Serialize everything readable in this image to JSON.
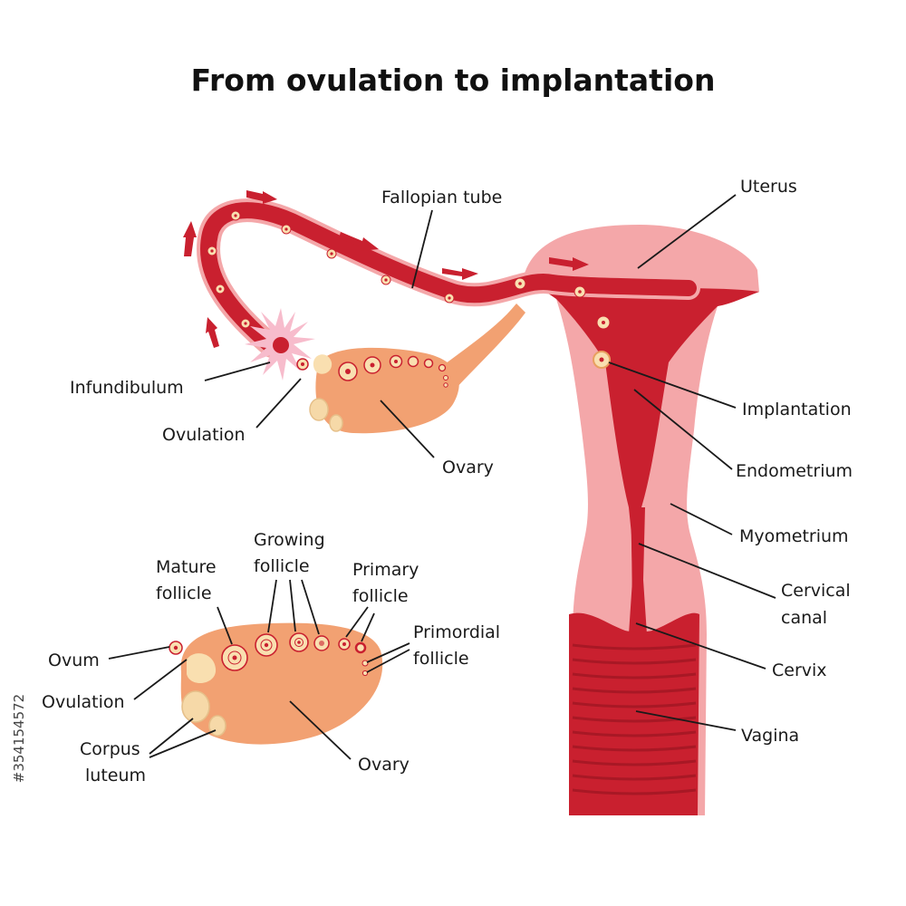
{
  "title": "From ovulation to implantation",
  "watermark_id": "#354154572",
  "colors": {
    "uterus_outer": "#f4a7a9",
    "uterus_inner": "#c9202f",
    "ovary": "#f2a172",
    "fimbria": "#f7bccc",
    "egg": "#f9dfb0"
  },
  "labels": {
    "fallopian_tube": "Fallopian tube",
    "uterus": "Uterus",
    "infundibulum": "Infundibulum",
    "ovulation_top": "Ovulation",
    "ovary_top": "Ovary",
    "implantation": "Implantation",
    "endometrium": "Endometrium",
    "myometrium": "Myometrium",
    "cervical_canal_1": "Cervical",
    "cervical_canal_2": "canal",
    "cervix": "Cervix",
    "vagina": "Vagina",
    "growing_follicle_1": "Growing",
    "growing_follicle_2": "follicle",
    "mature_follicle_1": "Mature",
    "mature_follicle_2": "follicle",
    "primary_follicle_1": "Primary",
    "primary_follicle_2": "follicle",
    "primordial_follicle_1": "Primordial",
    "primordial_follicle_2": "follicle",
    "ovum": "Ovum",
    "ovulation_bottom": "Ovulation",
    "corpus_luteum_1": "Corpus",
    "corpus_luteum_2": "luteum",
    "ovary_bottom": "Ovary"
  }
}
